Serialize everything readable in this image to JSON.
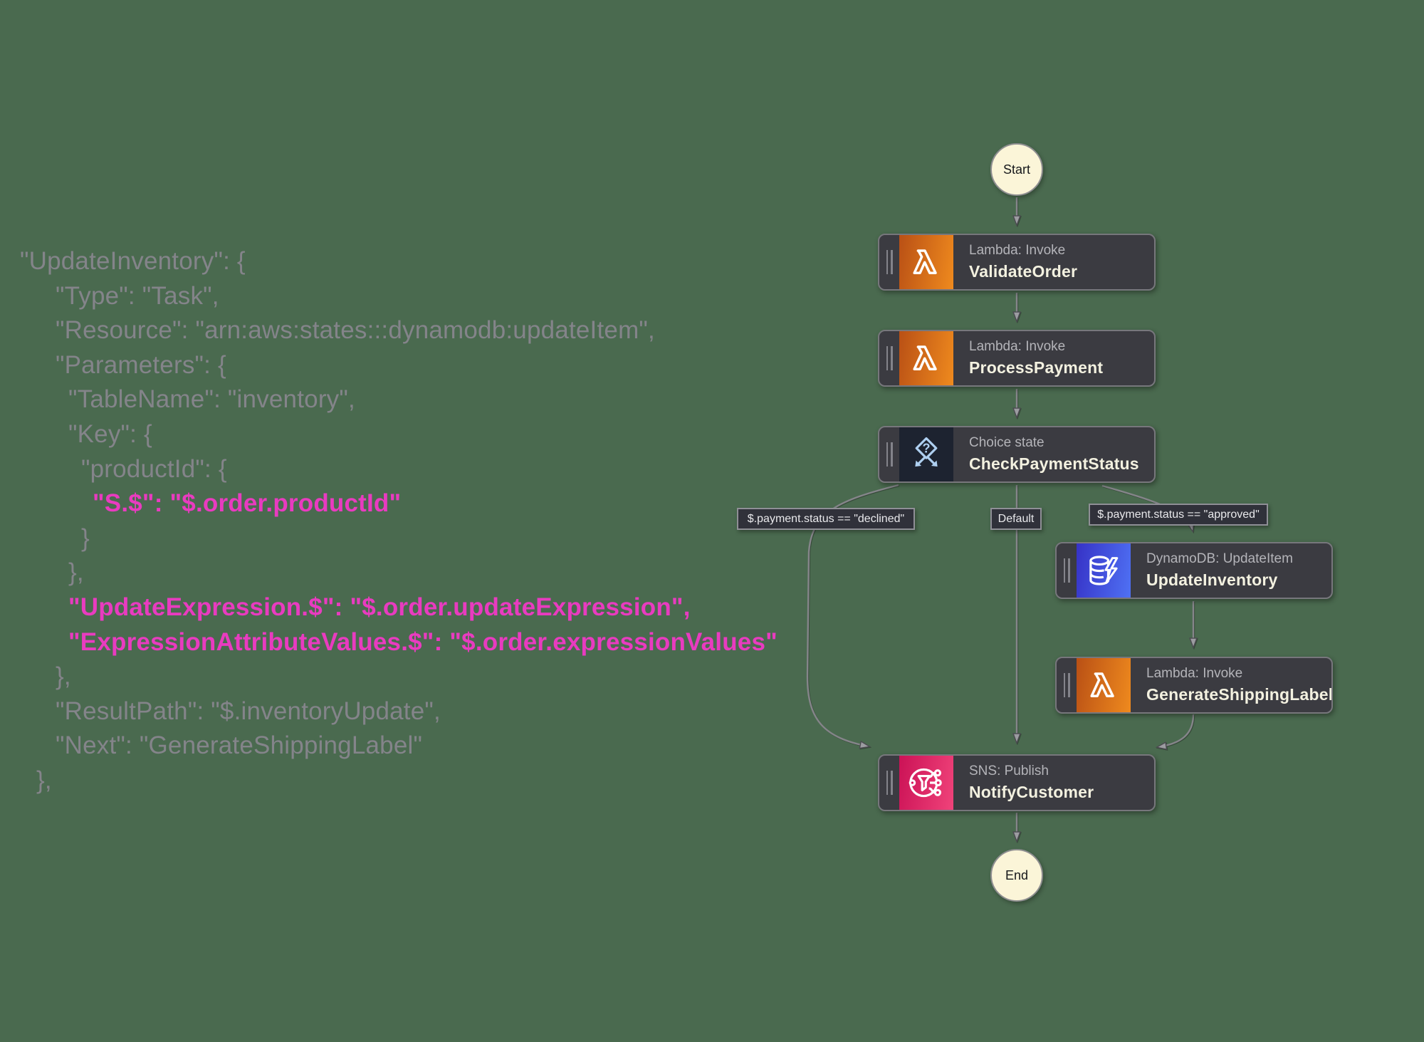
{
  "colors": {
    "background": "#4a6a4f",
    "code_text": "#84848a",
    "code_highlight": "#e93bc0",
    "node_fill": "#3b3b41",
    "node_border": "#77777c",
    "node_service_text": "#b4b4b9",
    "node_name_text": "#f3f1e0",
    "edge": "#85858a",
    "terminal_fill": "#fbf5d8",
    "label_fill": "#30313a",
    "label_border": "#8f8f96",
    "choice_icon_fill": "#1d2330",
    "lambda_gradient_start": "#b95015",
    "lambda_gradient_end": "#ef8a1e",
    "dynamodb_gradient_start": "#3632c6",
    "dynamodb_gradient_end": "#4f71f4",
    "sns_gradient_start": "#cb1256",
    "sns_gradient_end": "#f0437a"
  },
  "code_panel": {
    "lines": [
      {
        "text": "\"UpdateInventory\": {",
        "indent": 0,
        "highlight": false
      },
      {
        "text": "\"Type\": \"Task\",",
        "indent": 2,
        "highlight": false
      },
      {
        "text": "\"Resource\": \"arn:aws:states:::dynamodb:updateItem\",",
        "indent": 2,
        "highlight": false
      },
      {
        "text": "\"Parameters\": {",
        "indent": 2,
        "highlight": false
      },
      {
        "text": "\"TableName\": \"inventory\",",
        "indent": 3,
        "highlight": false
      },
      {
        "text": "\"Key\": {",
        "indent": 3,
        "highlight": false
      },
      {
        "text": "\"productId\": {",
        "indent": 4,
        "highlight": false
      },
      {
        "text": "\"S.$\": \"$.order.productId\"",
        "indent": 5,
        "highlight": true
      },
      {
        "text": "}",
        "indent": 4,
        "highlight": false
      },
      {
        "text": "},",
        "indent": 3,
        "highlight": false
      },
      {
        "text": "\"UpdateExpression.$\": \"$.order.updateExpression\",",
        "indent": 3,
        "highlight": true
      },
      {
        "text": "\"ExpressionAttributeValues.$\": \"$.order.expressionValues\"",
        "indent": 3,
        "highlight": true
      },
      {
        "text": "},",
        "indent": 2,
        "highlight": false
      },
      {
        "text": "\"ResultPath\": \"$.inventoryUpdate\",",
        "indent": 2,
        "highlight": false
      },
      {
        "text": "\"Next\": \"GenerateShippingLabel\"",
        "indent": 2,
        "highlight": false
      },
      {
        "text": "},",
        "indent": 1,
        "highlight": false
      }
    ]
  },
  "diagram": {
    "start_label": "Start",
    "end_label": "End",
    "nodes": [
      {
        "service": "Lambda: Invoke",
        "name": "ValidateOrder",
        "icon": "lambda-icon"
      },
      {
        "service": "Lambda: Invoke",
        "name": "ProcessPayment",
        "icon": "lambda-icon"
      },
      {
        "service": "Choice state",
        "name": "CheckPaymentStatus",
        "icon": "choice-icon"
      },
      {
        "service": "DynamoDB: UpdateItem",
        "name": "UpdateInventory",
        "icon": "dynamodb-icon"
      },
      {
        "service": "Lambda: Invoke",
        "name": "GenerateShippingLabel",
        "icon": "lambda-icon"
      },
      {
        "service": "SNS: Publish",
        "name": "NotifyCustomer",
        "icon": "sns-icon"
      }
    ],
    "edge_labels": [
      {
        "text": "$.payment.status == \"declined\""
      },
      {
        "text": "Default"
      },
      {
        "text": "$.payment.status == \"approved\""
      }
    ]
  }
}
